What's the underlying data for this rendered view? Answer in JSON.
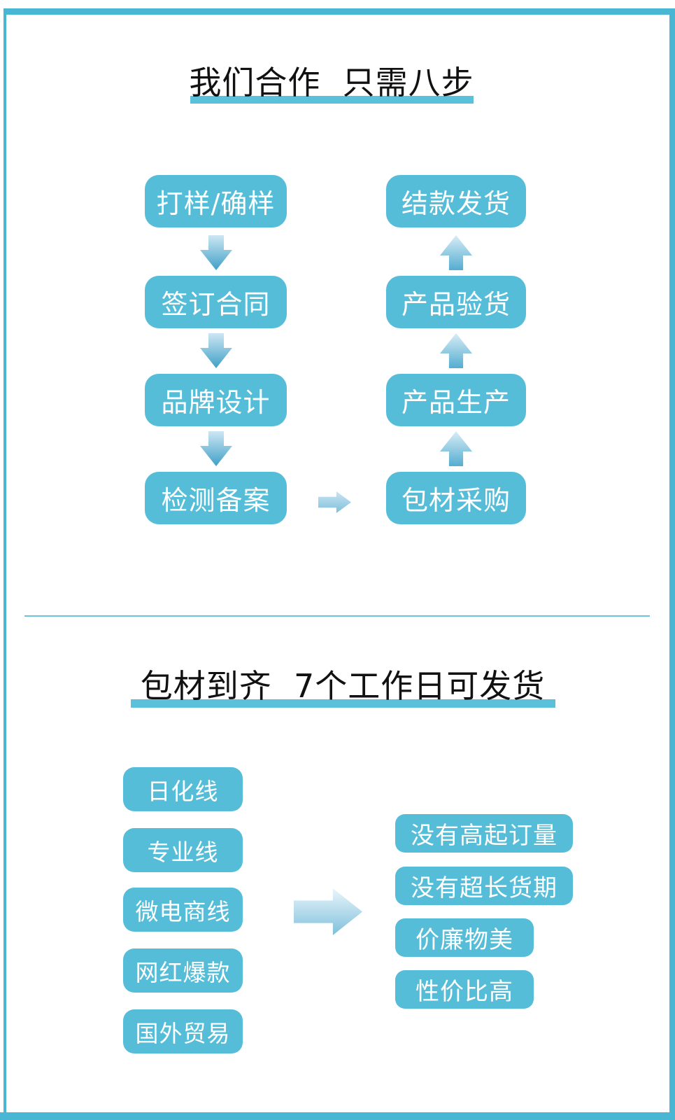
{
  "colors": {
    "accent_teal": "#55BDD8",
    "frame_teal": "#49B7D4",
    "underline_teal": "#5BC0DA",
    "title_text": "#111111",
    "box_text": "#FFFFFF",
    "arrow_gradient_light": "#D8EDF7",
    "arrow_gradient_dark": "#3FA0C7"
  },
  "cooperation_section": {
    "title": "我们合作  只需八步",
    "left_steps": [
      "打样/确样",
      "签订合同",
      "品牌设计",
      "检测备案"
    ],
    "right_steps": [
      "结款发货",
      "产品验货",
      "产品生产",
      "包材采购"
    ]
  },
  "delivery_section": {
    "title": "包材到齐  7个工作日可发货",
    "product_lines": [
      "日化线",
      "专业线",
      "微电商线",
      "网红爆款",
      "国外贸易"
    ],
    "advantages": [
      "没有高起订量",
      "没有超长货期",
      "价廉物美",
      "性价比高"
    ]
  }
}
